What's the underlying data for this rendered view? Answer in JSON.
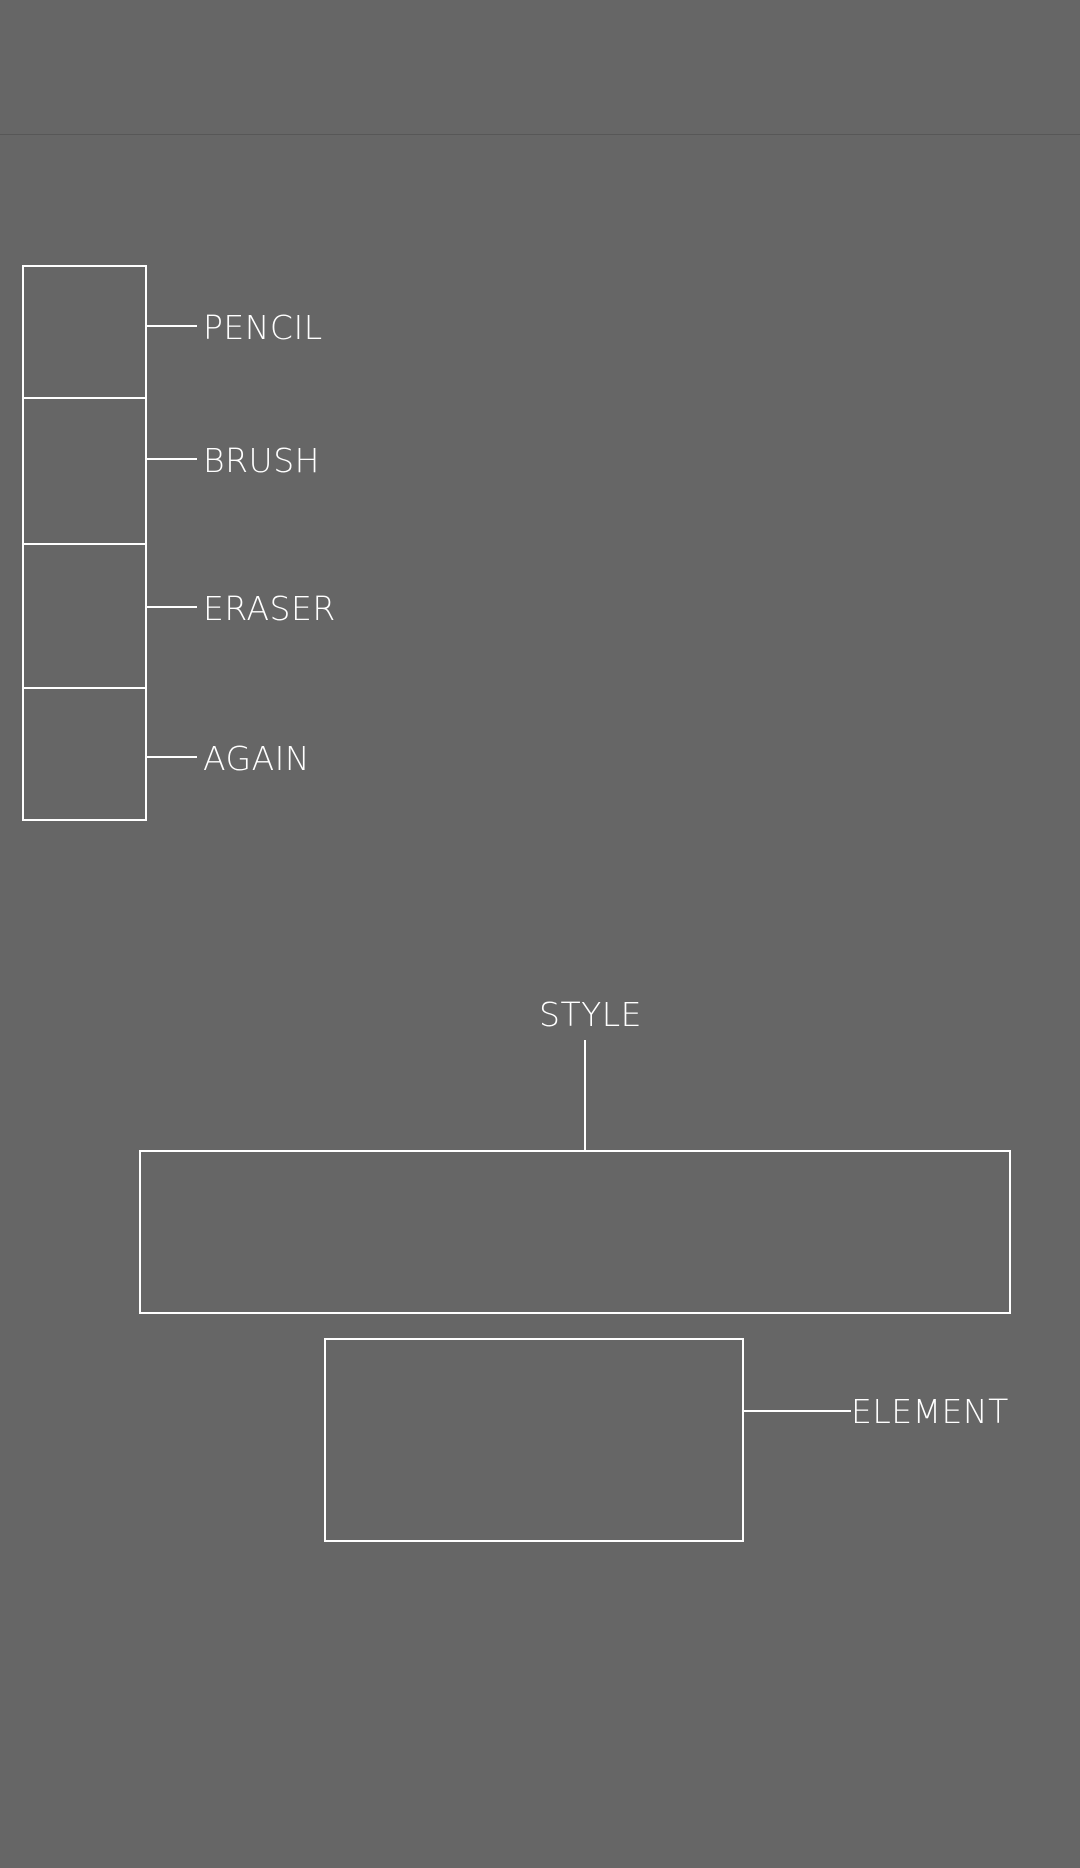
{
  "tools": [
    {
      "label": "PENCIL"
    },
    {
      "label": "BRUSH"
    },
    {
      "label": "ERASER"
    },
    {
      "label": "AGAIN"
    }
  ],
  "style": {
    "label": "STYLE"
  },
  "element": {
    "label": "ELEMENT"
  },
  "colors": {
    "background": "#666666",
    "line": "#ffffff"
  }
}
